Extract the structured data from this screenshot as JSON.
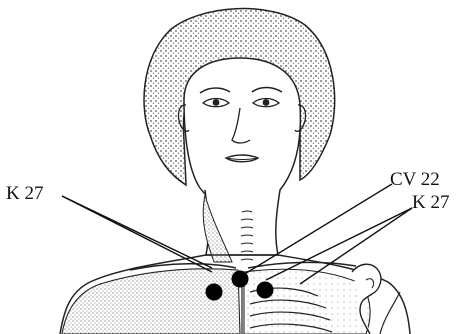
{
  "labels": {
    "cv22": "CV 22",
    "k27_left": "K 27",
    "k27_right": "K 27"
  },
  "colors": {
    "ink": "#111111",
    "paper": "#ffffff",
    "point": "#000000"
  }
}
